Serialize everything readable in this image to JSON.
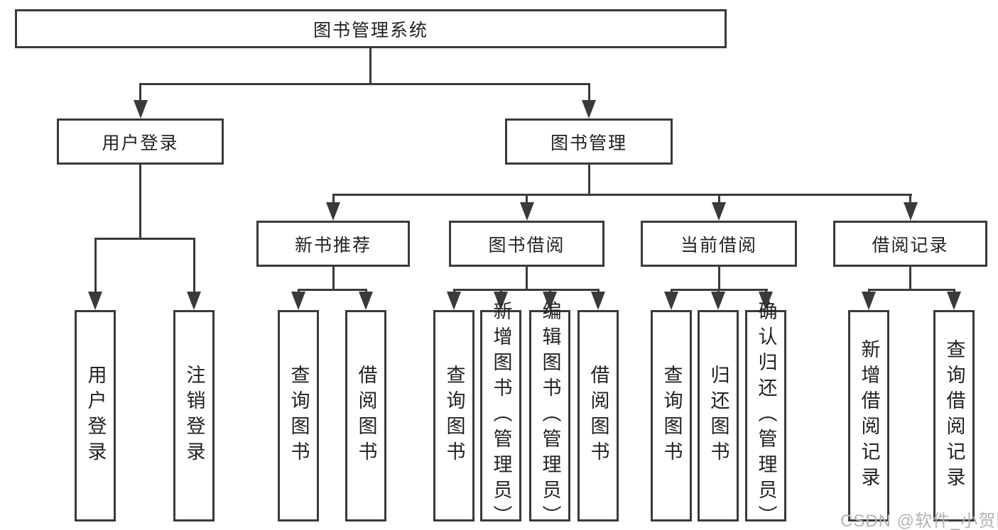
{
  "diagram": {
    "root": {
      "label": "图书管理系统"
    },
    "branches": {
      "user_login": {
        "label": "用户登录",
        "children": {
          "login": {
            "label": "用户登录"
          },
          "logout": {
            "label": "注销登录"
          }
        }
      },
      "book_management": {
        "label": "图书管理",
        "children": {
          "new_book_recommend": {
            "label": "新书推荐",
            "children": {
              "query_books": {
                "label": "查询图书"
              },
              "borrow_books": {
                "label": "借阅图书"
              }
            }
          },
          "book_borrowing": {
            "label": "图书借阅",
            "children": {
              "query_books": {
                "label": "查询图书"
              },
              "add_books_admin": {
                "label": "新增图书（管理员）"
              },
              "edit_books_admin": {
                "label": "编辑图书（管理员）"
              },
              "borrow_books": {
                "label": "借阅图书"
              }
            }
          },
          "current_borrowing": {
            "label": "当前借阅",
            "children": {
              "query_books": {
                "label": "查询图书"
              },
              "return_books": {
                "label": "归还图书"
              },
              "confirm_return_admin": {
                "label": "确认归还（管理员）"
              }
            }
          },
          "borrowing_records": {
            "label": "借阅记录",
            "children": {
              "add_borrow_record": {
                "label": "新增借阅记录"
              },
              "query_borrow_record": {
                "label": "查询借阅记录"
              }
            }
          }
        }
      }
    }
  },
  "watermark": {
    "text": "CSDN @软件_小贺同学"
  },
  "colors": {
    "line": "#3a3a3a",
    "text": "#222222",
    "watermark": "#b3b3b3",
    "background": "#ffffff"
  }
}
